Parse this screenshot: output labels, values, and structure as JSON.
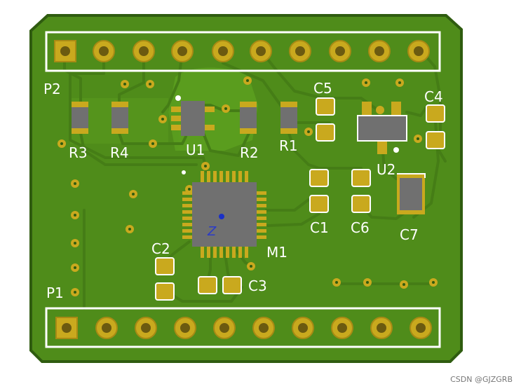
{
  "board": {
    "colors": {
      "board": "#4f8c1a",
      "edge": "#2f5c10",
      "pad_gold": "#c9a91e",
      "pad_ring": "#a88a14",
      "trace": "#447a16",
      "pour": "#5c9f1f",
      "silk": "#ffffff",
      "body": "#707070"
    },
    "labels": {
      "p2": "P2",
      "p1": "P1",
      "r3": "R3",
      "r4": "R4",
      "u1": "U1",
      "r2": "R2",
      "r1": "R1",
      "c5": "C5",
      "c4": "C4",
      "u2": "U2",
      "c1": "C1",
      "c6": "C6",
      "c7": "C7",
      "c2": "C2",
      "m1": "M1",
      "c3": "C3",
      "pin1_marker": "Z"
    }
  },
  "watermark": "CSDN @GJZGRB"
}
